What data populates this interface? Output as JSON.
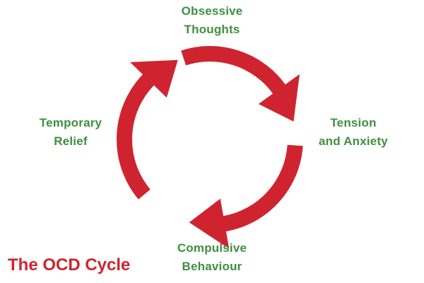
{
  "colors": {
    "arrow": "#cf2430",
    "label": "#3f8f3f",
    "title": "#cf2430",
    "background": "#ffffff"
  },
  "stages": {
    "obsessive": {
      "line1": "Obsessive",
      "line2": "Thoughts"
    },
    "tension": {
      "line1": "Tension",
      "line2": "and Anxiety"
    },
    "compulsive": {
      "line1": "Compulsive",
      "line2": "Behaviour"
    },
    "relief": {
      "line1": "Temporary",
      "line2": "Relief"
    }
  },
  "title": "The OCD Cycle"
}
